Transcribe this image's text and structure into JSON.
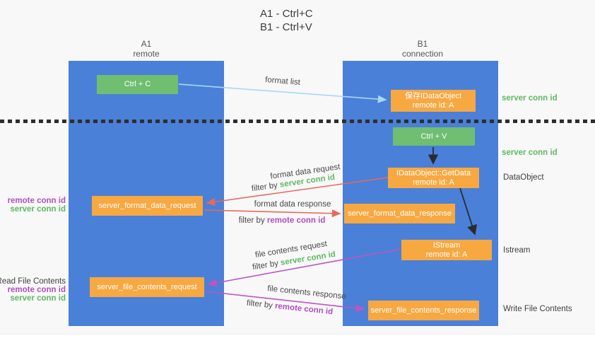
{
  "title": {
    "line1": "A1 - Ctrl+C",
    "line2": "B1 - Ctrl+V"
  },
  "columns": {
    "left": {
      "name": "A1",
      "role": "remote"
    },
    "right": {
      "name": "B1",
      "role": "connection"
    }
  },
  "nodes": {
    "ctrl_c": {
      "label": "Ctrl + C"
    },
    "save_dataobject": {
      "line1": "保存IDataObject",
      "line2": "remote id: A"
    },
    "ctrl_v": {
      "label": "Ctrl + V"
    },
    "getdata": {
      "line1": "IDataObject::GetData",
      "line2": "remote id: A"
    },
    "format_request": {
      "label": "server_format_data_request"
    },
    "format_response": {
      "label": "server_format_data_response"
    },
    "istream": {
      "line1": "IStream",
      "line2": "remote id: A"
    },
    "file_request": {
      "label": "server_file_contents_request"
    },
    "file_response": {
      "label": "server_file_contents_response"
    }
  },
  "arrow_labels": {
    "format_list": "format list",
    "format_data_request": "format data request",
    "format_data_response": "format data response",
    "file_contents_request": "file contents request",
    "file_contents_response": "file contents response",
    "filter_by": "filter by"
  },
  "side_labels": {
    "server_conn_id": "server conn id",
    "remote_conn_id": "remote conn id",
    "dataobject": "DataObject",
    "istream": "Istream",
    "read_file_contents": "Read File Contents",
    "write_file_contents": "Write File Contents"
  },
  "colors": {
    "column_blue": "#4a80d8",
    "box_orange": "#f7a841",
    "box_green": "#6fbe71",
    "arrow_light_blue": "#a8d7f5",
    "arrow_red": "#e8685c",
    "arrow_purple": "#be54c4",
    "arrow_black": "#2b2b2b",
    "text_green": "#5fb863",
    "text_purple": "#b04ec3"
  }
}
